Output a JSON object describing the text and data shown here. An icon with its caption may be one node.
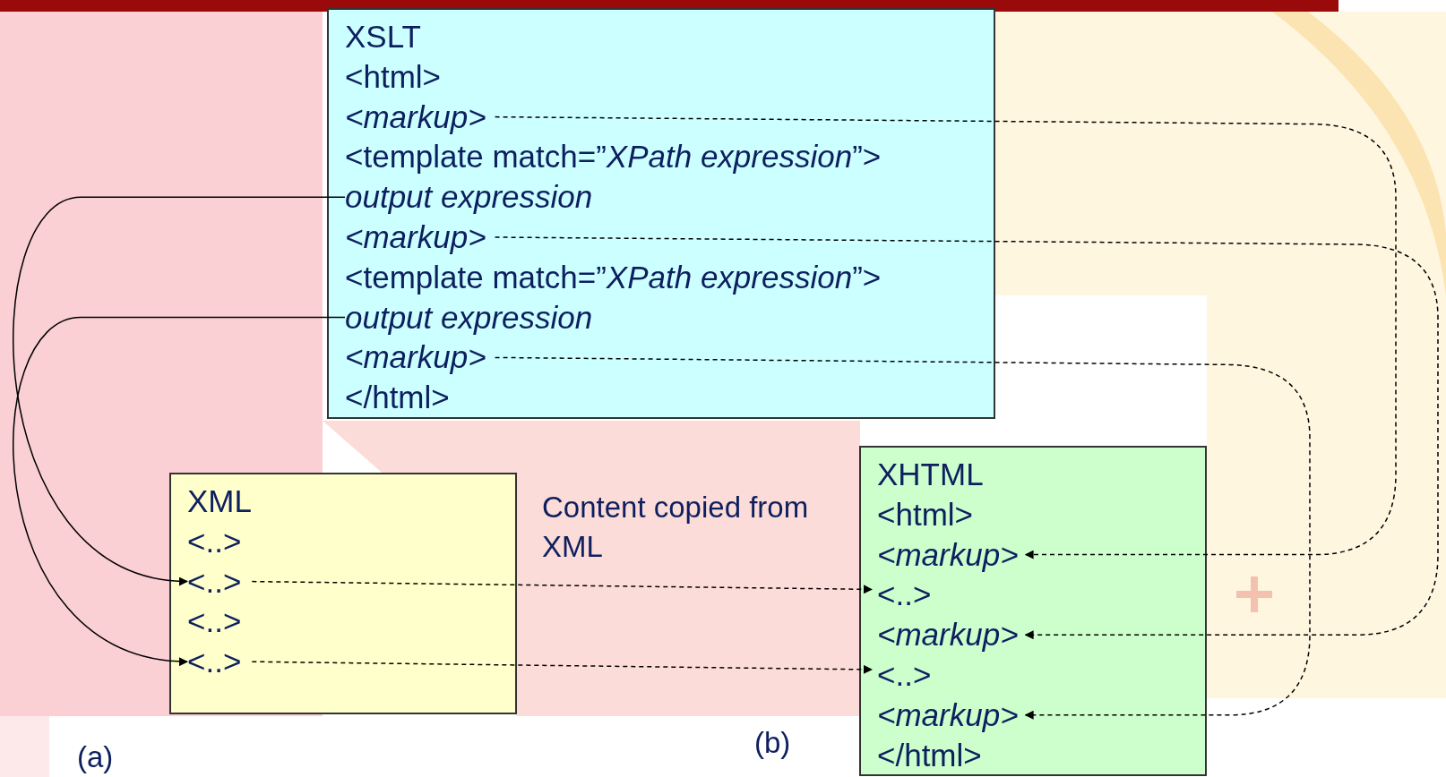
{
  "diagram": {
    "nodes": [
      {
        "text": [
          "XSLT"
        ]
      },
      {
        "text": [
          "<html>"
        ],
        "in": 0
      },
      {
        "text": [
          "<markup>"
        ],
        "in": 0
      },
      {
        "text": [
          "<template match=”*XPath expression*”>"
        ],
        "in": 0
      },
      {
        "text": [
          "output expression"
        ],
        "in": 0
      },
      {
        "text": [
          "<markup>"
        ],
        "in": 0
      },
      {
        "text": [
          "<template match=”*XPath expression*”>"
        ],
        "in": 0
      },
      {
        "text": [
          "output expression"
        ],
        "in": 0
      },
      {
        "text": [
          "<markup>"
        ],
        "in": 0
      },
      {
        "text": [
          "</html>"
        ],
        "in": 0
      },
      {
        "text": [
          "XML"
        ]
      },
      {
        "text": [
          "<..>"
        ],
        "in": 10
      },
      {
        "text": [
          "<..>"
        ],
        "in": 10
      },
      {
        "text": [
          "<..>"
        ],
        "in": 10
      },
      {
        "text": [
          "<..>"
        ],
        "in": 10
      },
      {
        "text": [
          "XHTML"
        ]
      },
      {
        "text": [
          "<html>"
        ],
        "in": 15
      },
      {
        "text": [
          "<markup>"
        ],
        "in": 15
      },
      {
        "text": [
          "<..>"
        ],
        "in": 15
      },
      {
        "text": [
          "<markup>"
        ],
        "in": 15
      },
      {
        "text": [
          "<..>"
        ],
        "in": 15
      },
      {
        "text": [
          "<markup>"
        ],
        "in": 15
      },
      {
        "text": [
          "</html>"
        ],
        "in": 15
      }
    ],
    "edges": [
      {
        "from": 4,
        "to": 12,
        "arrow": "to"
      },
      {
        "from": 7,
        "to": 14,
        "arrow": "to"
      },
      {
        "from": 2,
        "to": 17,
        "arrow": "to",
        "style": "dashed"
      },
      {
        "from": 5,
        "to": 19,
        "arrow": "to",
        "style": "dashed"
      },
      {
        "from": 8,
        "to": 21,
        "arrow": "to",
        "style": "dashed"
      },
      {
        "from": 12,
        "to": 18,
        "arrow": "to",
        "style": "dashed"
      },
      {
        "from": 14,
        "to": 20,
        "arrow": "to",
        "style": "dashed"
      }
    ],
    "labels": [
      "Content copied from XML",
      "(a)",
      "(b)"
    ]
  }
}
